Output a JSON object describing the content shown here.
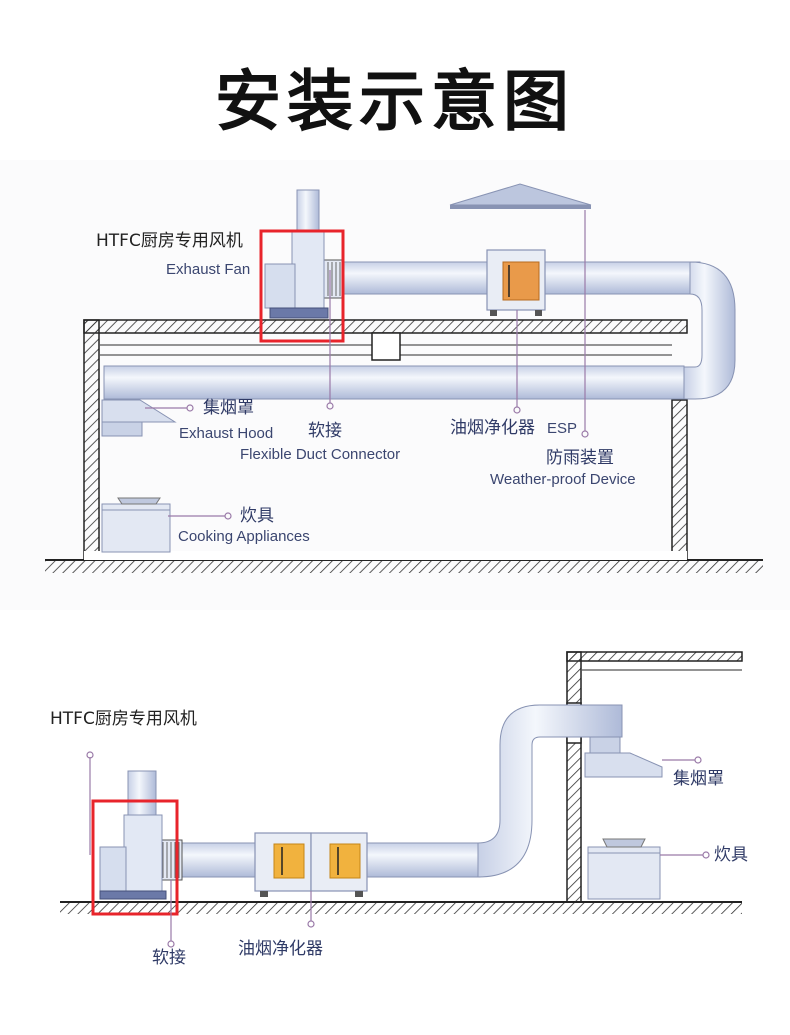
{
  "title": "安装示意图",
  "diagram_top": {
    "fan_cn": "HTFC厨房专用风机",
    "fan_en": "Exhaust Fan",
    "hood_cn": "集烟罩",
    "hood_en": "Exhaust Hood",
    "connector_cn": "软接",
    "connector_en": "Flexible Duct Connector",
    "purifier_cn": "油烟净化器",
    "purifier_en": "ESP",
    "rainproof_cn": "防雨装置",
    "rainproof_en": "Weather-proof Device",
    "cooking_cn": "炊具",
    "cooking_en": "Cooking Appliances"
  },
  "diagram_bottom": {
    "fan_cn": "HTFC厨房专用风机",
    "hood_cn": "集烟罩",
    "cooking_cn": "炊具",
    "connector_cn": "软接",
    "purifier_cn": "油烟净化器"
  },
  "colors": {
    "highlight": "#e8242b",
    "duct": "#dfe6f3",
    "duct_shade": "#aeb9d6",
    "outline": "#2a2a2a",
    "leader": "#9a7aa8",
    "label": "#2f3a66",
    "purifier_window": "#e99a4a"
  },
  "icons": [
    "exhaust-fan-icon",
    "purifier-icon",
    "rain-cap-icon",
    "hood-icon",
    "stove-icon"
  ]
}
